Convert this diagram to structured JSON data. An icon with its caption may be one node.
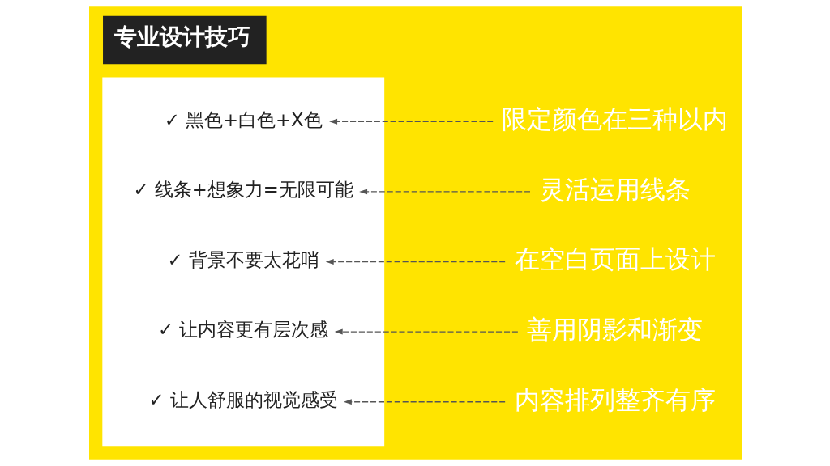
{
  "diagram": {
    "title": "专业设计技巧",
    "nodes": [
      {
        "text": [],
        "shape": "box"
      },
      {
        "text": [
          "✓ 黑色+白色+X色"
        ],
        "in": 0
      },
      {
        "text": [
          "✓ 线条+想象力=无限可能"
        ],
        "in": 0
      },
      {
        "text": [
          "✓ 背景不要太花哨"
        ],
        "in": 0
      },
      {
        "text": [
          "✓ 让内容更有层次感"
        ],
        "in": 0
      },
      {
        "text": [
          "✓ 让人舒服的视觉感受"
        ],
        "in": 0
      },
      {
        "text": [
          "限定颜色在三种以内"
        ]
      },
      {
        "text": [
          "灵活运用线条"
        ]
      },
      {
        "text": [
          "在空白页面上设计"
        ]
      },
      {
        "text": [
          "善用阴影和渐变"
        ]
      },
      {
        "text": [
          "内容排列整齐有序"
        ]
      }
    ],
    "edges": [
      {
        "from": 6,
        "to": 1,
        "arrow": "to",
        "style": "dashed"
      },
      {
        "from": 7,
        "to": 2,
        "arrow": "to",
        "style": "dashed"
      },
      {
        "from": 8,
        "to": 3,
        "arrow": "to",
        "style": "dashed"
      },
      {
        "from": 9,
        "to": 4,
        "arrow": "to",
        "style": "dashed"
      },
      {
        "from": 10,
        "to": 5,
        "arrow": "to",
        "style": "dashed"
      }
    ]
  }
}
